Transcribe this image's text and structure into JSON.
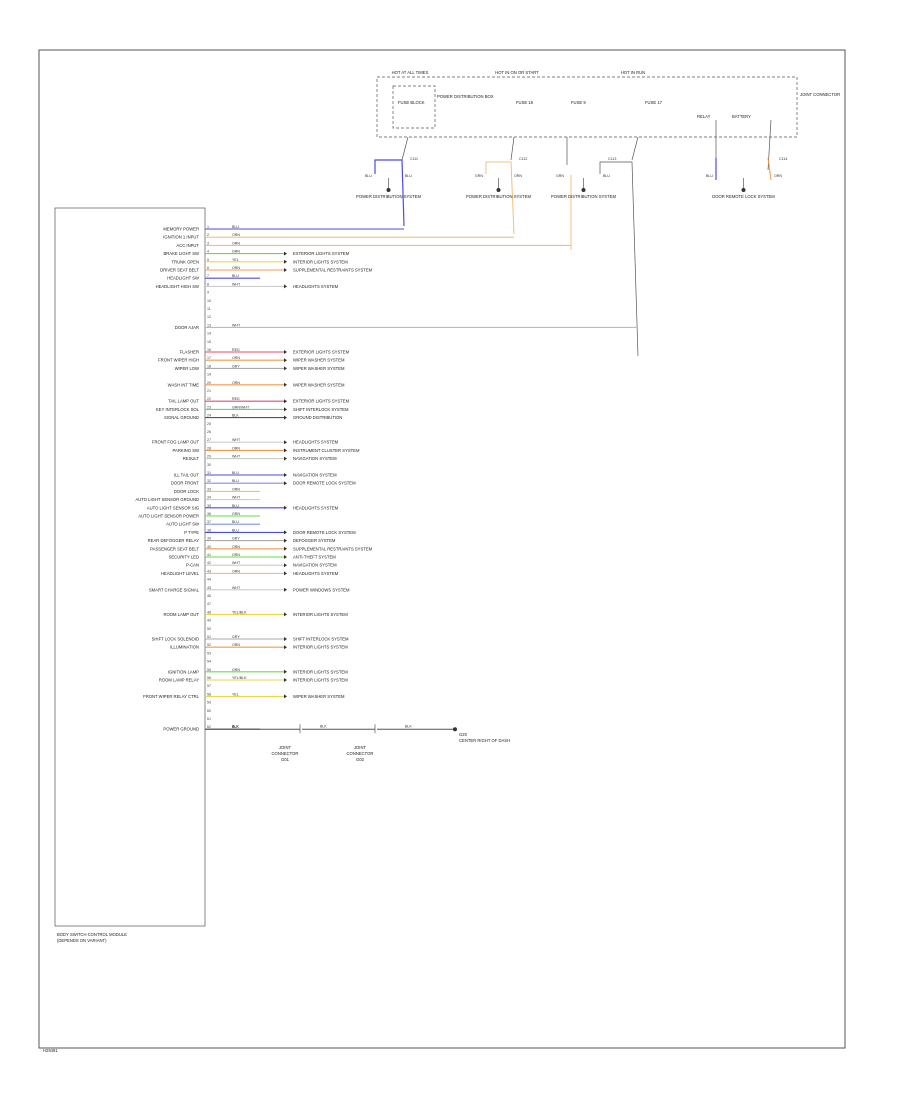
{
  "page_id": "H29491",
  "module": {
    "title_line1": "BODY SWITCH CONTROL MODULE",
    "title_line2": "(DEPENDS ON VARIANT)"
  },
  "top_box": {
    "labels": [
      {
        "text": "HOT AT ALL TIMES"
      },
      {
        "text": "HOT IN ON OR START"
      },
      {
        "text": "HOT IN RUN"
      },
      {
        "text": "POWER DISTRIBUTION BOX"
      },
      {
        "text": "FUSE BLOCK"
      },
      {
        "text": "FUSE 18"
      },
      {
        "text": "FUSE 9"
      },
      {
        "text": "FUSE 17"
      },
      {
        "text": "RELAY"
      },
      {
        "text": "BATTERY"
      },
      {
        "text": "JOINT CONNECTOR"
      }
    ]
  },
  "top_grounds": [
    {
      "left": "BLU",
      "right": "BLU",
      "caption": "POWER DISTRIBUTION SYSTEM",
      "ref": "C111"
    },
    {
      "left": "GRN",
      "right": "ORN",
      "caption": "POWER DISTRIBUTION SYSTEM",
      "ref": "C112"
    },
    {
      "left": "GRN",
      "right": "BLU",
      "caption": "POWER DISTRIBUTION SYSTEM",
      "ref": "C113"
    },
    {
      "left": "BLU",
      "right": "ORN",
      "caption": "DOOR REMOTE LOCK SYSTEM",
      "ref": "C114"
    }
  ],
  "rows": [
    {
      "label": "MEMORY POWER",
      "pin": "1",
      "wire": "BLU",
      "color": "#4a4ae6",
      "dest": ""
    },
    {
      "label": "IGNITION 1 INPUT",
      "pin": "2",
      "wire": "ORN",
      "color": "#f0c080",
      "dest": ""
    },
    {
      "label": "ACC INPUT",
      "pin": "3",
      "wire": "ORN",
      "color": "#f0c080",
      "dest": ""
    },
    {
      "label": "BRAKE LIGHT SW",
      "pin": "4",
      "wire": "GRN",
      "color": "#66dd44",
      "dest": "EXTERIOR LIGHTS SYSTEM"
    },
    {
      "label": "TRUNK OPEN",
      "pin": "5",
      "wire": "YEL",
      "color": "#e6d84a",
      "dest": "INTERIOR LIGHTS SYSTEM"
    },
    {
      "label": "DRIVER SEAT BELT",
      "pin": "6",
      "wire": "ORN",
      "color": "#f09a4a",
      "dest": "SUPPLEMENTAL RESTRAINTS SYSTEM"
    },
    {
      "label": "HEADLIGHT SW",
      "pin": "7",
      "wire": "BLU",
      "color": "#4a4ae6",
      "dest": ""
    },
    {
      "label": "HEADLIGHT HIGH SW",
      "pin": "8",
      "wire": "WHT",
      "color": "#cccccc",
      "dest": "HEADLIGHTS SYSTEM"
    },
    {
      "label": "",
      "pin": "9",
      "wire": "",
      "color": "",
      "dest": ""
    },
    {
      "label": "",
      "pin": "10",
      "wire": "",
      "color": "",
      "dest": ""
    },
    {
      "label": "",
      "pin": "11",
      "wire": "",
      "color": "",
      "dest": ""
    },
    {
      "label": "",
      "pin": "12",
      "wire": "",
      "color": "",
      "dest": ""
    },
    {
      "label": "DOOR AJAR",
      "pin": "13",
      "wire": "WHT",
      "color": "#bbbbbb",
      "dest": ""
    },
    {
      "label": "",
      "pin": "14",
      "wire": "",
      "color": "",
      "dest": ""
    },
    {
      "label": "",
      "pin": "15",
      "wire": "",
      "color": "",
      "dest": ""
    },
    {
      "label": "FLASHER",
      "pin": "16",
      "wire": "RED",
      "color": "#e84a6a",
      "dest": "EXTERIOR LIGHTS SYSTEM"
    },
    {
      "label": "FRONT WIPER HIGH",
      "pin": "17",
      "wire": "ORN",
      "color": "#f09a4a",
      "dest": "WIPER WASHER SYSTEM"
    },
    {
      "label": "WIPER LOW",
      "pin": "18",
      "wire": "GRY",
      "color": "#aaaaaa",
      "dest": "WIPER WASHER SYSTEM"
    },
    {
      "label": "",
      "pin": "19",
      "wire": "",
      "color": "",
      "dest": ""
    },
    {
      "label": "WASH INT TIME",
      "pin": "20",
      "wire": "ORN",
      "color": "#f09a4a",
      "dest": "WIPER WASHER SYSTEM"
    },
    {
      "label": "",
      "pin": "21",
      "wire": "",
      "color": "",
      "dest": ""
    },
    {
      "label": "TAIL LAMP OUT",
      "pin": "22",
      "wire": "RED",
      "color": "#e84a6a",
      "dest": "EXTERIOR LIGHTS SYSTEM"
    },
    {
      "label": "KEY INTERLOCK SOL",
      "pin": "23",
      "wire": "GRN/WHT",
      "color": "#66dd44",
      "dest": "SHIFT INTERLOCK SYSTEM"
    },
    {
      "label": "SIGNAL GROUND",
      "pin": "24",
      "wire": "BLK",
      "color": "#555555",
      "dest": "GROUND DISTRIBUTION"
    },
    {
      "label": "",
      "pin": "25",
      "wire": "",
      "color": "",
      "dest": ""
    },
    {
      "label": "",
      "pin": "26",
      "wire": "",
      "color": "",
      "dest": ""
    },
    {
      "label": "FRONT FOG LAMP OUT",
      "pin": "27",
      "wire": "WHT",
      "color": "#cccccc",
      "dest": "HEADLIGHTS SYSTEM"
    },
    {
      "label": "PARKING SW",
      "pin": "28",
      "wire": "ORN",
      "color": "#f09a4a",
      "dest": "INSTRUMENT CLUSTER SYSTEM"
    },
    {
      "label": "RESULT",
      "pin": "29",
      "wire": "WHT",
      "color": "#cccccc",
      "dest": "NAVIGATION SYSTEM"
    },
    {
      "label": "",
      "pin": "30",
      "wire": "",
      "color": "",
      "dest": ""
    },
    {
      "label": "ILL TAIL OUT",
      "pin": "31",
      "wire": "BLU",
      "color": "#4a4ae6",
      "dest": "NAVIGATION SYSTEM"
    },
    {
      "label": "DOOR FRONT",
      "pin": "32",
      "wire": "BLU",
      "color": "#8a8af0",
      "dest": "DOOR REMOTE LOCK SYSTEM"
    },
    {
      "label": "DOOR LOCK",
      "pin": "33",
      "wire": "ORN",
      "color": "#f0c080",
      "dest": ""
    },
    {
      "label": "AUTO LIGHT SENSOR GROUND",
      "pin": "34",
      "wire": "WHT",
      "color": "#cccccc",
      "dest": ""
    },
    {
      "label": "AUTO LIGHT SENSOR SIG",
      "pin": "35",
      "wire": "BLU",
      "color": "#4a4ae6",
      "dest": "HEADLIGHTS SYSTEM"
    },
    {
      "label": "AUTO LIGHT SENSOR POWER",
      "pin": "36",
      "wire": "GRN",
      "color": "#66dd44",
      "dest": ""
    },
    {
      "label": "AUTO LIGHT SW",
      "pin": "37",
      "wire": "BLU",
      "color": "#8a8af0",
      "dest": ""
    },
    {
      "label": "P TYPE",
      "pin": "38",
      "wire": "BLU",
      "color": "#4a4ae6",
      "dest": "DOOR REMOTE LOCK SYSTEM"
    },
    {
      "label": "REAR DEFOGGER RELAY",
      "pin": "39",
      "wire": "GRY",
      "color": "#aaaaaa",
      "dest": "DEFOGGER SYSTEM"
    },
    {
      "label": "PASSENGER SEAT BELT",
      "pin": "40",
      "wire": "ORN",
      "color": "#f09a4a",
      "dest": "SUPPLEMENTAL RESTRAINTS SYSTEM"
    },
    {
      "label": "SECURITY LED",
      "pin": "41",
      "wire": "GRN",
      "color": "#66dd44",
      "dest": "ANTI-THEFT SYSTEM"
    },
    {
      "label": "P-CAN",
      "pin": "42",
      "wire": "WHT",
      "color": "#cccccc",
      "dest": "NAVIGATION SYSTEM"
    },
    {
      "label": "HEADLIGHT LEVEL",
      "pin": "43",
      "wire": "ORN",
      "color": "#f0c080",
      "dest": "HEADLIGHTS SYSTEM"
    },
    {
      "label": "",
      "pin": "44",
      "wire": "",
      "color": "",
      "dest": ""
    },
    {
      "label": "SMART CHARGE SIGNAL",
      "pin": "45",
      "wire": "WHT",
      "color": "#cccccc",
      "dest": "POWER WINDOWS SYSTEM"
    },
    {
      "label": "",
      "pin": "46",
      "wire": "",
      "color": "",
      "dest": ""
    },
    {
      "label": "",
      "pin": "47",
      "wire": "",
      "color": "",
      "dest": ""
    },
    {
      "label": "ROOM LAMP OUT",
      "pin": "48",
      "wire": "YEL/BLK",
      "color": "#e6d84a",
      "dest": "INTERIOR LIGHTS SYSTEM"
    },
    {
      "label": "",
      "pin": "49",
      "wire": "",
      "color": "",
      "dest": ""
    },
    {
      "label": "",
      "pin": "50",
      "wire": "",
      "color": "",
      "dest": ""
    },
    {
      "label": "SHIFT LOCK SOLENOID",
      "pin": "51",
      "wire": "GRY",
      "color": "#aaaaaa",
      "dest": "SHIFT INTERLOCK SYSTEM"
    },
    {
      "label": "ILLUMINATION",
      "pin": "52",
      "wire": "ORN",
      "color": "#f09a4a",
      "dest": "INTERIOR LIGHTS SYSTEM"
    },
    {
      "label": "",
      "pin": "53",
      "wire": "",
      "color": "",
      "dest": ""
    },
    {
      "label": "",
      "pin": "54",
      "wire": "",
      "color": "",
      "dest": ""
    },
    {
      "label": "IGNITION LAMP",
      "pin": "55",
      "wire": "GRN",
      "color": "#66dd44",
      "dest": "INTERIOR LIGHTS SYSTEM"
    },
    {
      "label": "ROOM LAMP RELAY",
      "pin": "56",
      "wire": "YEL/BLK",
      "color": "#e6d84a",
      "dest": "INTERIOR LIGHTS SYSTEM"
    },
    {
      "label": "",
      "pin": "57",
      "wire": "",
      "color": "",
      "dest": ""
    },
    {
      "label": "FRONT WIPER RELAY CTRL",
      "pin": "58",
      "wire": "YEL",
      "color": "#e6d84a",
      "dest": "WIPER WASHER SYSTEM"
    },
    {
      "label": "",
      "pin": "59",
      "wire": "",
      "color": "",
      "dest": ""
    },
    {
      "label": "",
      "pin": "60",
      "wire": "",
      "color": "",
      "dest": ""
    },
    {
      "label": "",
      "pin": "61",
      "wire": "",
      "color": "",
      "dest": ""
    },
    {
      "label": "POWER GROUND",
      "pin": "62",
      "wire": "BLK",
      "color": "#555555",
      "dest": ""
    }
  ],
  "ground_chain": {
    "wire": "BLK",
    "nodes": [
      {
        "line1": "JOINT",
        "line2": "CONNECTOR",
        "line3": "G01"
      },
      {
        "line1": "JOINT",
        "line2": "CONNECTOR",
        "line3": "G02"
      }
    ],
    "end_label_1": "G20",
    "end_label_2": "CENTER RIGHT OF DASH"
  }
}
